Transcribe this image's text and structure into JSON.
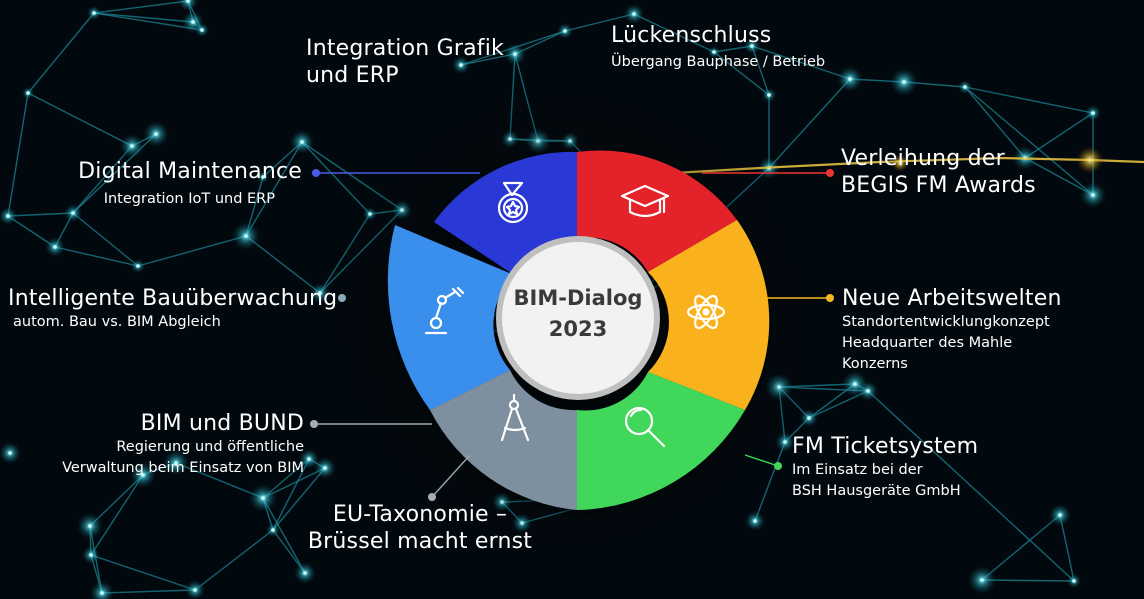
{
  "center": {
    "line1": "BIM-Dialog",
    "line2": "2023"
  },
  "segments": [
    {
      "name": "digital-maintenance",
      "color": "#2b39d6",
      "icon": "medal-icon"
    },
    {
      "name": "awards",
      "color": "#e3222c",
      "icon": "graduation-cap-icon"
    },
    {
      "name": "neue-arbeitswelten",
      "color": "#f9b21d",
      "icon": "atom-icon"
    },
    {
      "name": "ticketsystem",
      "color": "#3fd75a",
      "icon": "magnifier-icon"
    },
    {
      "name": "taxonomie",
      "color": "#7e8fa0",
      "icon": "compass-icon"
    },
    {
      "name": "bauueberwachung",
      "color": "#3b8fec",
      "icon": "robot-arm-icon"
    }
  ],
  "labels": {
    "integration": {
      "title": "Integration Grafik",
      "title2": "und ERP"
    },
    "lueckenschluss": {
      "title": "Lückenschluss",
      "sub": "Übergang Bauphase / Betrieb"
    },
    "digital_maintenance": {
      "title": "Digital Maintenance",
      "sub": "Integration IoT und ERP"
    },
    "awards": {
      "title": "Verleihung der",
      "title2": "BEGIS FM Awards"
    },
    "bauueberwachung": {
      "title": "Intelligente Bauüberwachung",
      "sub": "autom. Bau vs. BIM Abgleich"
    },
    "arbeitswelten": {
      "title": "Neue Arbeitswelten",
      "sub1": "Standortentwicklungkonzept",
      "sub2": "Headquarter des Mahle",
      "sub3": "Konzerns"
    },
    "bund": {
      "title": "BIM und BUND",
      "sub1": "Regierung und öffentliche",
      "sub2": "Verwaltung beim Einsatz von BIM"
    },
    "ticketsystem": {
      "title": "FM Ticketsystem",
      "sub1": "Im Einsatz bei der",
      "sub2": "BSH Hausgeräte GmbH"
    },
    "taxonomie": {
      "title": "EU-Taxonomie –",
      "title2": "Brüssel macht ernst"
    }
  }
}
